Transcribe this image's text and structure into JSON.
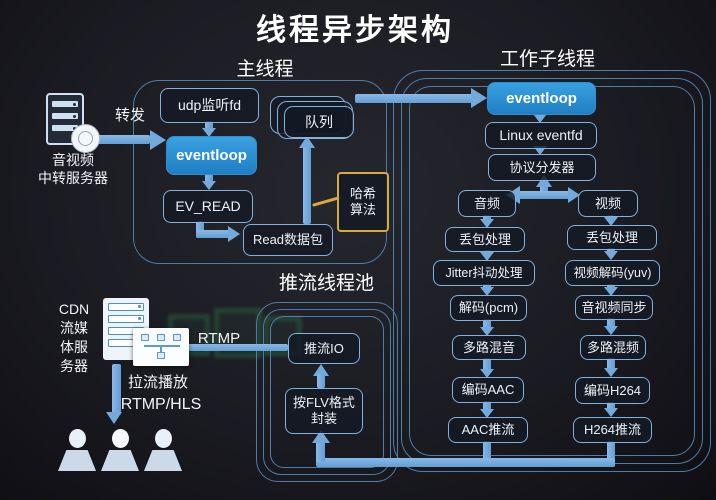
{
  "title": "线程异步架构",
  "colors": {
    "background": "#1b1b22",
    "accent_blue": "#2791d6",
    "arrow_blue": "#74a9dc",
    "box_border": "#82b1dd",
    "container_border": "#507ca8",
    "hash_yellow": "#d9a93a",
    "text": "#eef2f7"
  },
  "left_flow": {
    "relay_server_label_line1": "音视频",
    "relay_server_label_line2": "中转服务器",
    "forward_label": "转发",
    "cdn_label_line1": "CDN",
    "cdn_label_line2": "流媒",
    "cdn_label_line3": "体服",
    "cdn_label_line4": "务器",
    "rtmp_label": "RTMP",
    "pull_play_label": "拉流播放",
    "pull_protocol_label": "RTMP/HLS"
  },
  "main_thread": {
    "section_label": "主线程",
    "udp_listen": "udp监听fd",
    "eventloop": "eventloop",
    "ev_read": "EV_READ",
    "read_packet": "Read数据包",
    "queue": "队列",
    "hash_line1": "哈希",
    "hash_line2": "算法"
  },
  "worker_thread": {
    "section_label": "工作子线程",
    "eventloop": "eventloop",
    "linux_eventfd": "Linux eventfd",
    "protocol_dispatcher": "协议分发器",
    "audio_chain": {
      "audio": "音频",
      "packet_loss": "丢包处理",
      "jitter": "Jitter抖动处理",
      "decode": "解码(pcm)",
      "mix": "多路混音",
      "encode": "编码AAC",
      "push": "AAC推流"
    },
    "video_chain": {
      "video": "视频",
      "packet_loss": "丢包处理",
      "decode": "视频解码(yuv)",
      "sync": "音视频同步",
      "mix": "多路混频",
      "encode": "编码H264",
      "push": "H264推流"
    }
  },
  "push_pool": {
    "section_label": "推流线程池",
    "push_io": "推流IO",
    "flv_line1": "按FLV格式",
    "flv_line2": "封装"
  }
}
